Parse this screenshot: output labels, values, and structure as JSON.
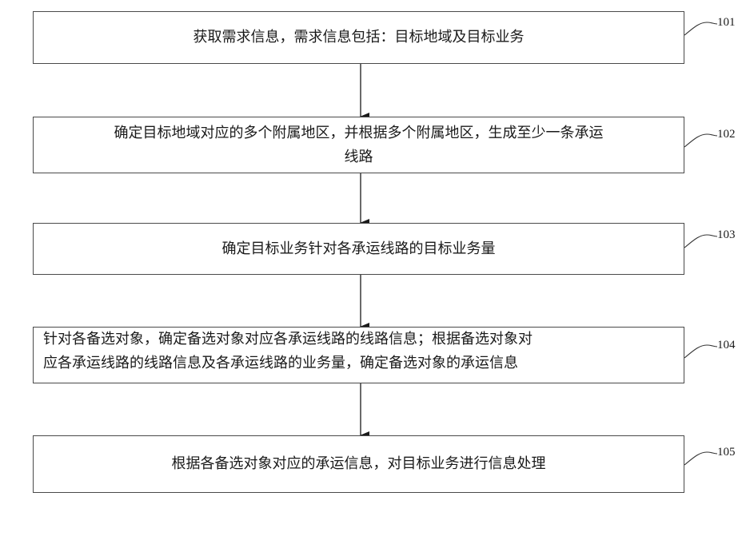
{
  "diagram": {
    "steps": [
      {
        "id": "101",
        "text": "获取需求信息，需求信息包括：目标地域及目标业务"
      },
      {
        "id": "102",
        "text_line1": "确定目标地域对应的多个附属地区，并根据多个附属地区，生成至少一条承运",
        "text_line2": "线路"
      },
      {
        "id": "103",
        "text": "确定目标业务针对各承运线路的目标业务量"
      },
      {
        "id": "104",
        "text_line1": "针对各备选对象，确定备选对象对应各承运线路的线路信息；根据备选对象对",
        "text_line2": "应各承运线路的线路信息及各承运线路的业务量，确定备选对象的承运信息"
      },
      {
        "id": "105",
        "text": "根据各备选对象对应的承运信息，对目标业务进行信息处理"
      }
    ]
  }
}
